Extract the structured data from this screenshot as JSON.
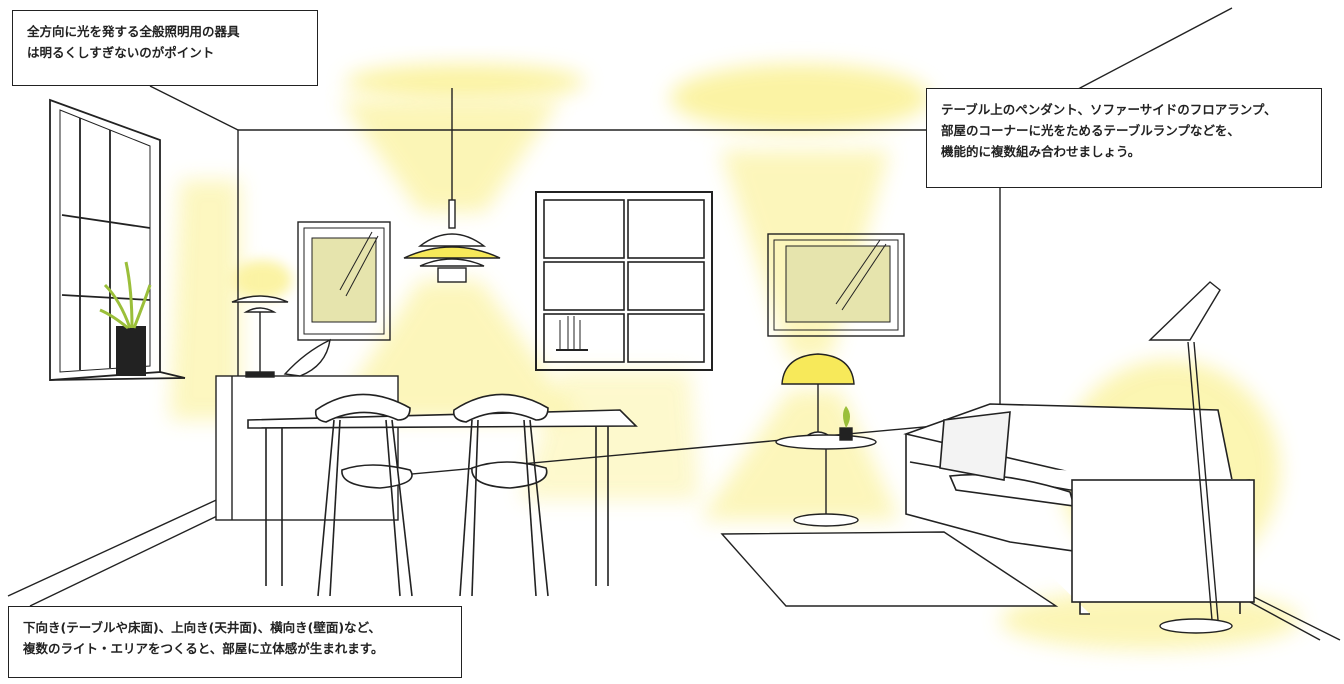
{
  "colors": {
    "light": "#fbf29a",
    "light_strong": "#f7e95a",
    "line": "#222222",
    "frame_fill": "#e6e4ad",
    "background": "#ffffff"
  },
  "annotations": {
    "top_left": "全方向に光を発する全般照明用の器具\nは明るくしすぎないのがポイント",
    "top_right": "テーブル上のペンダント、ソファーサイドのフロアランプ、\n部屋のコーナーに光をためるテーブルランプなどを、\n機能的に複数組み合わせましょう。",
    "bottom_left": "下向き(テーブルや床面)、上向き(天井面)、横向き(壁面)など、\n複数のライト・エリアをつくると、部屋に立体感が生まれます。"
  }
}
